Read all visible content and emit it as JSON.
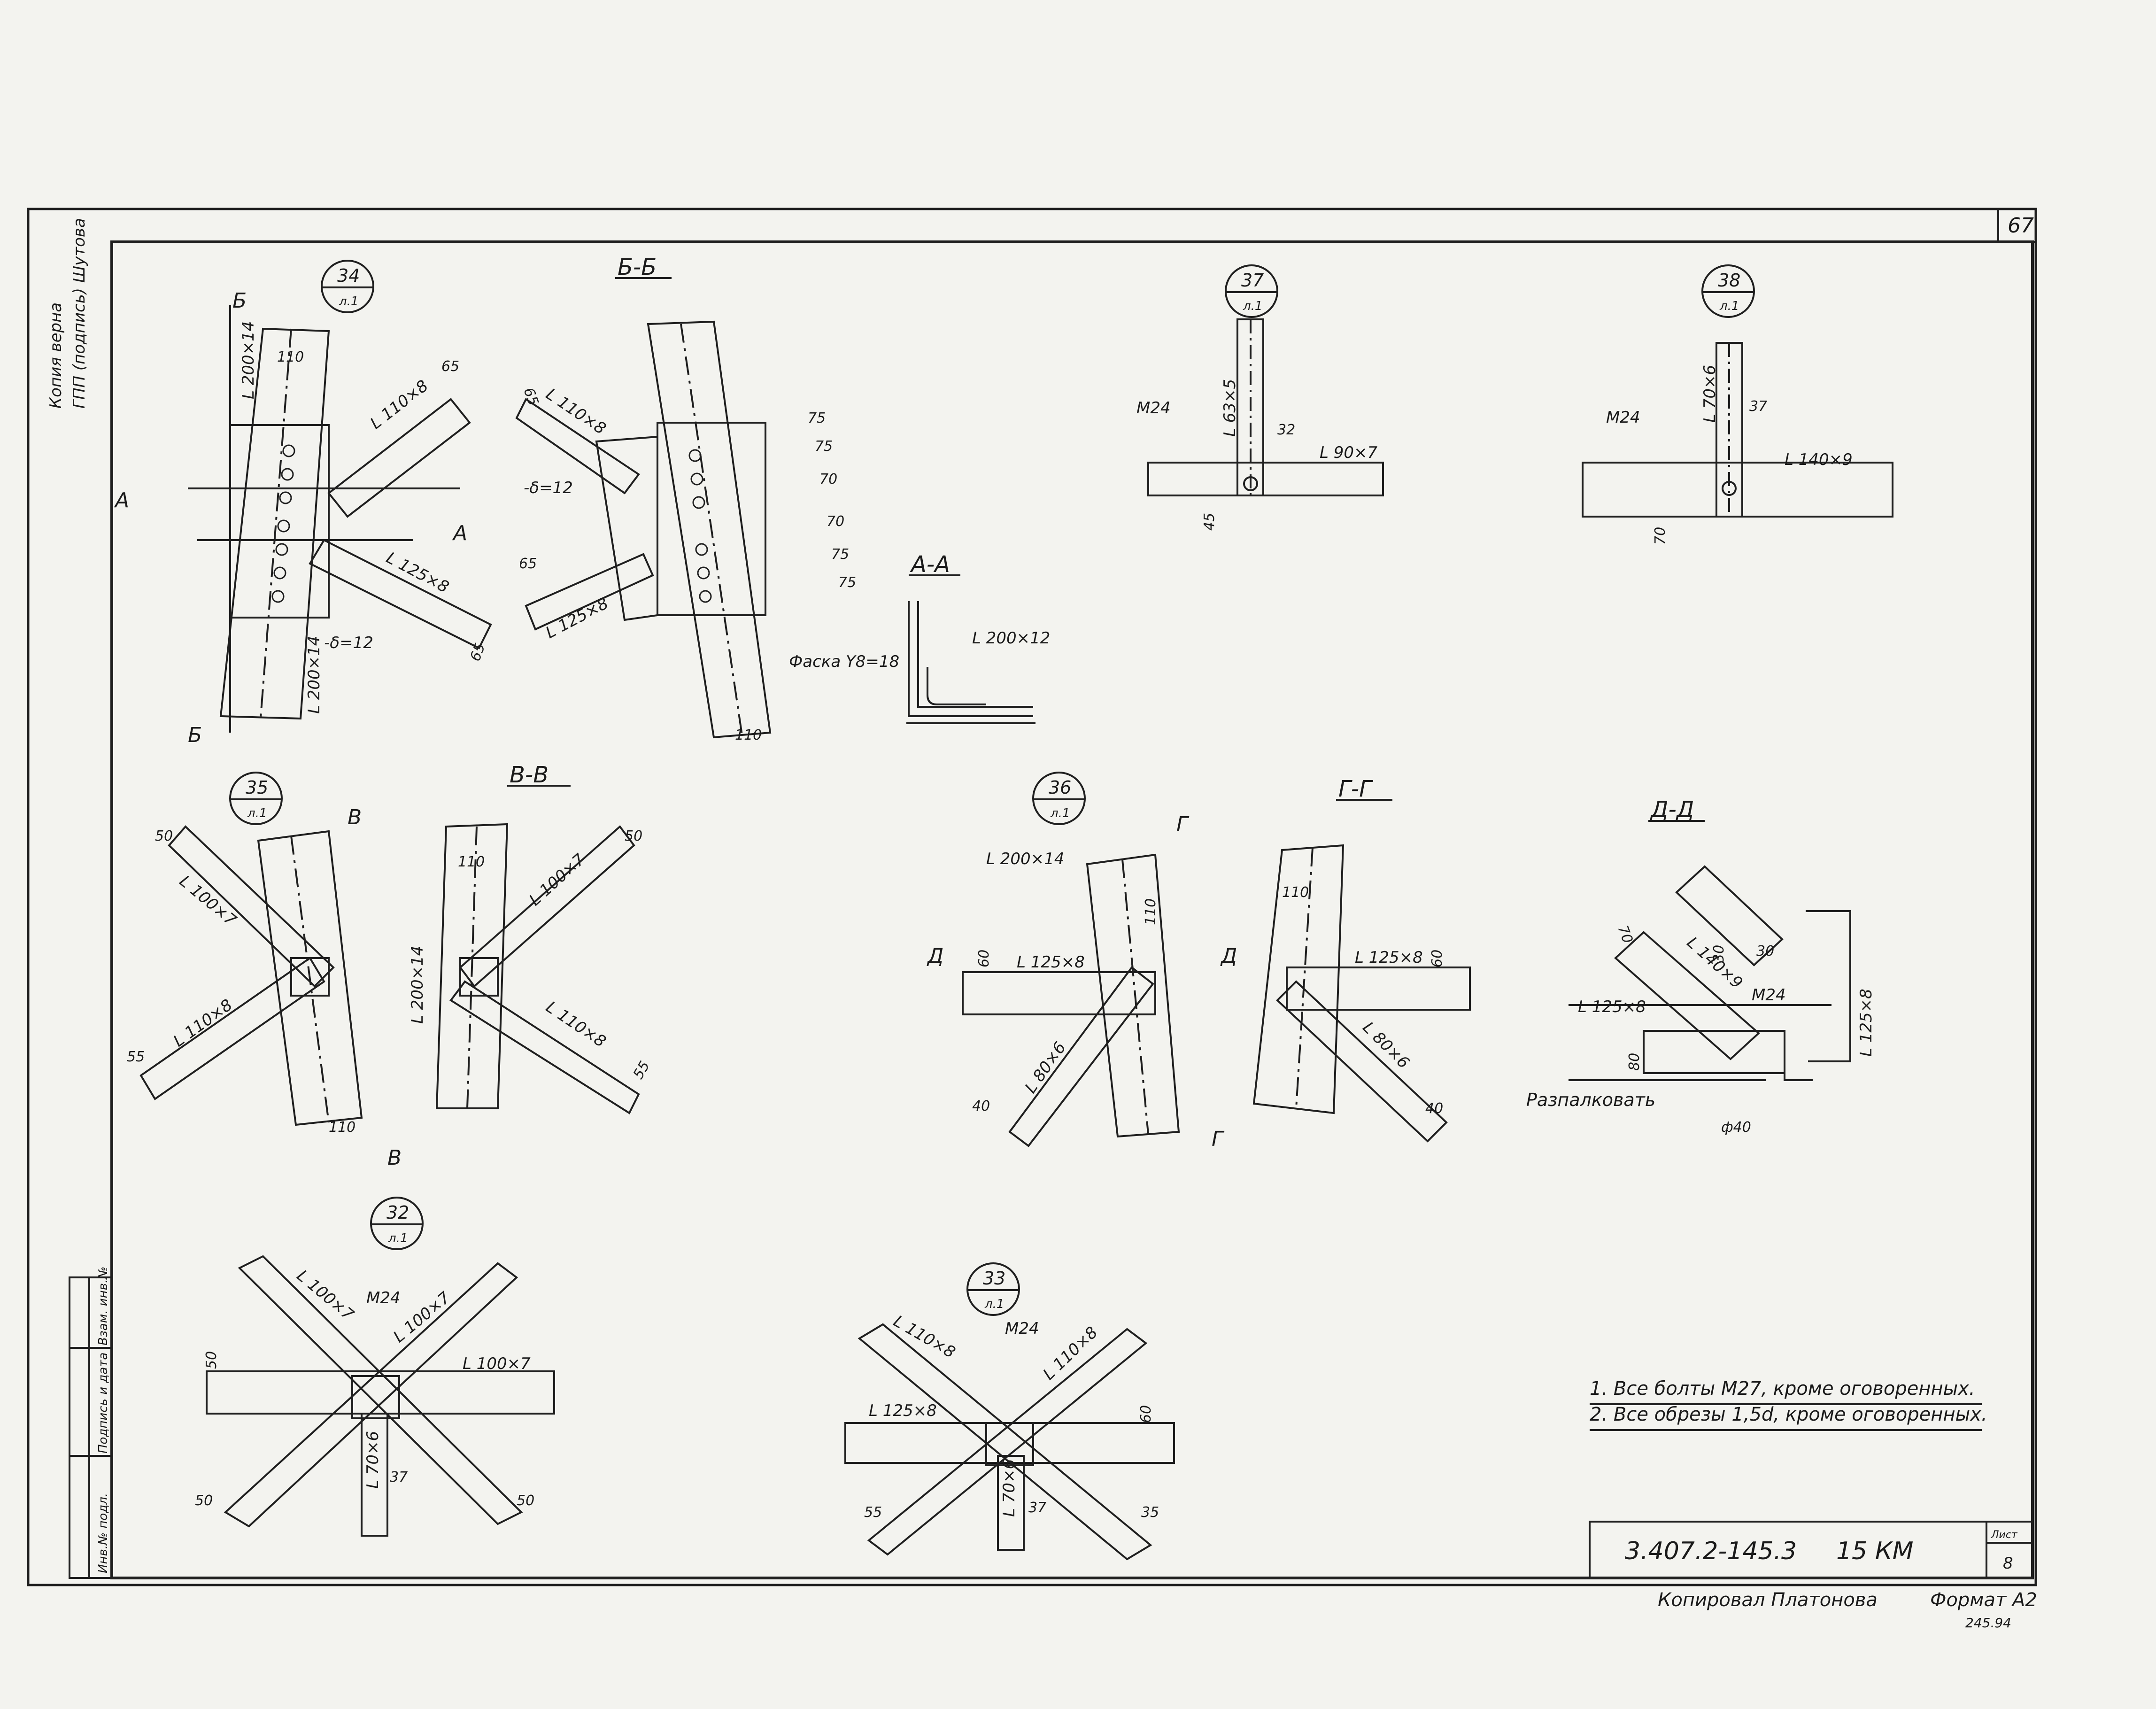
{
  "sheet": {
    "page_number": "67",
    "stamp_lines": [
      "Копия верна",
      "ГПП (подпись) Шутова"
    ],
    "side_table": [
      "Инв.№ подл.",
      "Подпись и дата",
      "Взам. инв.№"
    ],
    "title_block": {
      "code": "3.407.2-145.3",
      "mark": "15 КМ",
      "sheet_label": "Лист",
      "sheet_num": "8"
    },
    "footer": {
      "copied": "Копировал Платонова",
      "format": "Формат А2",
      "small": "245.94"
    }
  },
  "notes": [
    "1. Все болты М27, кроме оговоренных.",
    "2. Все обрезы 1,5d, кроме оговоренных."
  ],
  "labels": {
    "n34": "34",
    "n34s": "л.1",
    "n35": "35",
    "n35s": "л.1",
    "n36": "36",
    "n36s": "л.1",
    "n37": "37",
    "n37s": "л.1",
    "n38": "38",
    "n38s": "л.1",
    "n32": "32",
    "n32s": "л.1",
    "n33": "33",
    "n33s": "л.1",
    "sec_bb": "Б-Б",
    "sec_aa": "А-А",
    "sec_vv": "В-В",
    "sec_gg": "Г-Г",
    "sec_dd": "Д-Д",
    "cut_b": "Б",
    "cut_a": "А",
    "cut_v": "В",
    "cut_g": "Г",
    "cut_d": "Д",
    "L200x14": "L 200×14",
    "L110x8": "L 110×8",
    "L125x8": "L 125×8",
    "L100x7": "L 100×7",
    "L80x6": "L 80×6",
    "L63x5": "L 63×5",
    "L90x7": "L 90×7",
    "L70x6": "L 70×6",
    "L140x9": "L 140×9",
    "L200x12": "L 200×12",
    "plate12": "-δ=12",
    "M24": "M24",
    "fase": "Фаска Y8=18",
    "razpalk": "Разпалковать",
    "d110": "110",
    "d65": "65",
    "d75": "75",
    "d70": "70",
    "d60": "60",
    "d50": "50",
    "d55": "55",
    "d40": "40",
    "d37": "37",
    "d32": "32",
    "d45": "45",
    "d30": "30",
    "d80": "80",
    "d35": "35",
    "d_phi": "ф40"
  }
}
